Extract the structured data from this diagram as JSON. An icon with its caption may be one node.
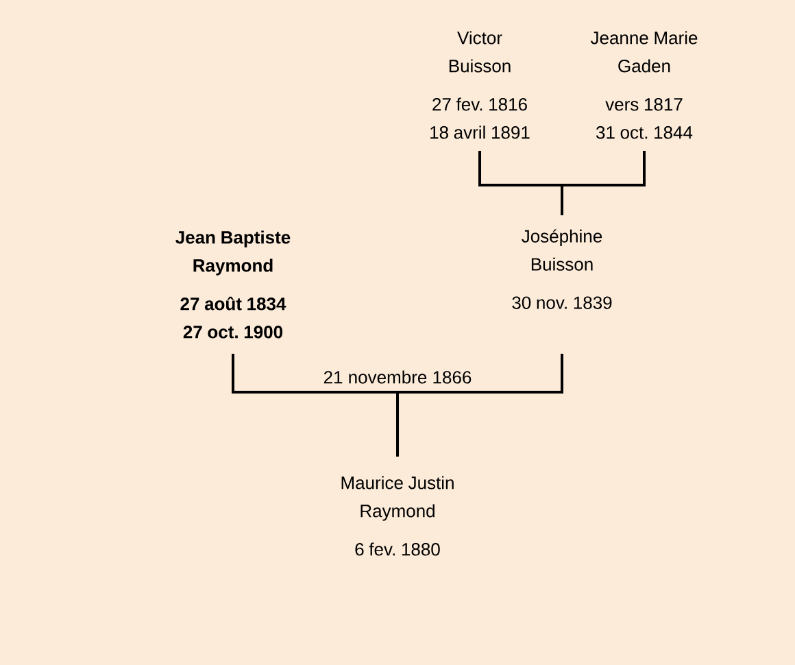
{
  "diagram": {
    "nodes": [
      {
        "text": [
          "Victor Buisson",
          "27 fev. 1816",
          "18 avril 1891"
        ]
      },
      {
        "text": [
          "Jeanne Marie Gaden",
          "vers 1817",
          "31 oct. 1844"
        ]
      },
      {
        "text": [
          "Jean Baptiste Raymond",
          "27 août 1834",
          "27 oct. 1900"
        ]
      },
      {
        "text": [
          "Joséphine Buisson",
          "30 nov. 1839"
        ]
      },
      {
        "text": [
          "Maurice Justin Raymond",
          "6 fev. 1880"
        ]
      }
    ],
    "edges": [
      {
        "from": 0,
        "to": 3,
        "arrow": "none"
      },
      {
        "from": 1,
        "to": 3,
        "arrow": "none"
      },
      {
        "from": 2,
        "to": 4,
        "arrow": "none",
        "label": "21 novembre 1866"
      },
      {
        "from": 3,
        "to": 4,
        "arrow": "none"
      }
    ]
  }
}
